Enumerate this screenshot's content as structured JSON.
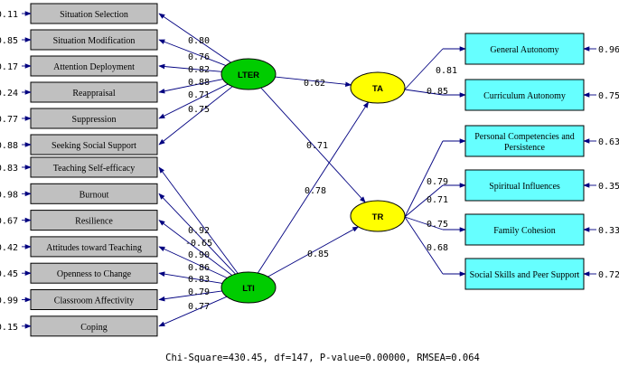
{
  "colors": {
    "left_box_fill": "#c0c0c0",
    "right_box_fill": "#66ffff",
    "exogenous_fill": "#00cc00",
    "endogenous_fill": "#ffff00",
    "path_color": "#000080"
  },
  "latents": {
    "lter": "LTER",
    "lti": "LTI",
    "ta": "TA",
    "tr": "TR"
  },
  "lter_indicators": [
    {
      "label": "Situation Selection",
      "error": "0.11",
      "loading": "0.80"
    },
    {
      "label": "Situation Modification",
      "error": "0.85",
      "loading": "0.76"
    },
    {
      "label": "Attention Deployment",
      "error": "0.17",
      "loading": "0.82"
    },
    {
      "label": "Reappraisal",
      "error": "0.24",
      "loading": "0.88"
    },
    {
      "label": "Suppression",
      "error": "0.77",
      "loading": "0.71"
    },
    {
      "label": "Seeking Social Support",
      "error": "0.88",
      "loading": "0.75"
    }
  ],
  "lti_indicators": [
    {
      "label": "Teaching Self-efficacy",
      "error": "0.83",
      "loading": "0.92"
    },
    {
      "label": "Burnout",
      "error": "0.98",
      "loading": "-0.65"
    },
    {
      "label": "Resilience",
      "error": "0.67",
      "loading": "0.90"
    },
    {
      "label": "Attitudes toward Teaching",
      "error": "0.42",
      "loading": "0.86"
    },
    {
      "label": "Openness to Change",
      "error": "0.45",
      "loading": "0.83"
    },
    {
      "label": "Classroom Affectivity",
      "error": "0.99",
      "loading": "0.79"
    },
    {
      "label": "Coping",
      "error": "0.15",
      "loading": "0.77"
    }
  ],
  "ta_indicators": [
    {
      "label": "General Autonomy",
      "error": "0.96",
      "loading": "0.81"
    },
    {
      "label": "Curriculum Autonomy",
      "error": "0.75",
      "loading": "0.85"
    }
  ],
  "tr_indicators": [
    {
      "label_lines": [
        "Personal Competencies and",
        "Persistence"
      ],
      "error": "0.63",
      "loading": "0.79"
    },
    {
      "label_lines": [
        "Spiritual Influences"
      ],
      "error": "0.35",
      "loading": "0.71"
    },
    {
      "label_lines": [
        "Family Cohesion"
      ],
      "error": "0.33",
      "loading": "0.75"
    },
    {
      "label_lines": [
        "Social Skills and Peer Support"
      ],
      "error": "0.72",
      "loading": "0.68"
    }
  ],
  "structural_paths": {
    "lter_ta": "0.62",
    "lter_tr": "0.71",
    "lti_ta": "0.78",
    "lti_tr": "0.85"
  },
  "fit_statistics": "Chi-Square=430.45, df=147, P-value=0.00000, RMSEA=0.064"
}
